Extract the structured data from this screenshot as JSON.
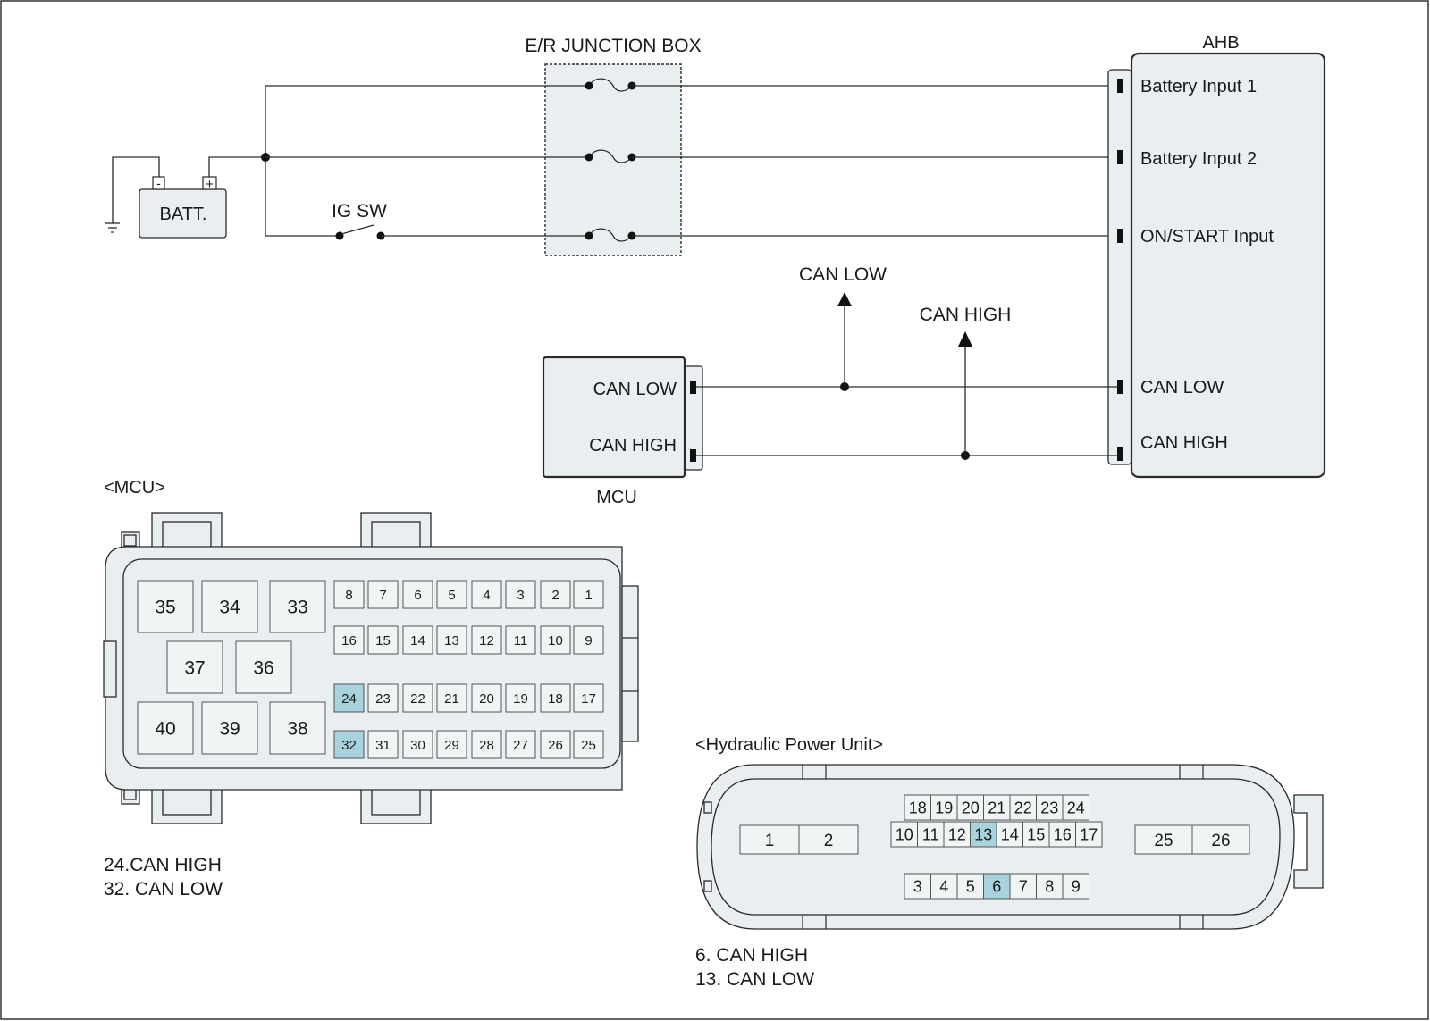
{
  "junction_box": {
    "title": "E/R JUNCTION BOX"
  },
  "battery": {
    "label": "BATT.",
    "neg": "-",
    "pos": "+"
  },
  "ig_switch": {
    "label": "IG SW"
  },
  "ahb": {
    "title": "AHB",
    "pins": [
      "Battery Input 1",
      "Battery Input 2",
      "ON/START Input",
      "CAN LOW",
      "CAN HIGH"
    ]
  },
  "mcu": {
    "title": "MCU",
    "pins": [
      "CAN LOW",
      "CAN HIGH"
    ]
  },
  "arrows": {
    "can_low": "CAN LOW",
    "can_high": "CAN HIGH"
  },
  "mcu_connector": {
    "title": "<MCU>",
    "large_pins": [
      "35",
      "34",
      "33",
      "37",
      "36",
      "40",
      "39",
      "38"
    ],
    "small_rows": [
      [
        "8",
        "7",
        "6",
        "5",
        "4",
        "3",
        "2",
        "1"
      ],
      [
        "16",
        "15",
        "14",
        "13",
        "12",
        "11",
        "10",
        "9"
      ],
      [
        "24",
        "23",
        "22",
        "21",
        "20",
        "19",
        "18",
        "17"
      ],
      [
        "32",
        "31",
        "30",
        "29",
        "28",
        "27",
        "26",
        "25"
      ]
    ],
    "highlighted": [
      "24",
      "32"
    ],
    "notes": [
      "24.CAN HIGH",
      "32. CAN LOW"
    ]
  },
  "hpu_connector": {
    "title": "<Hydraulic Power Unit>",
    "left_pins": [
      "1",
      "2"
    ],
    "top_row": [
      "18",
      "19",
      "20",
      "21",
      "22",
      "23",
      "24"
    ],
    "middle_row": [
      "10",
      "11",
      "12",
      "13",
      "14",
      "15",
      "16",
      "17"
    ],
    "bottom_row": [
      "3",
      "4",
      "5",
      "6",
      "7",
      "8",
      "9"
    ],
    "right_pins": [
      "25",
      "26"
    ],
    "highlighted": [
      "13",
      "6"
    ],
    "notes": [
      "6. CAN HIGH",
      "13. CAN LOW"
    ]
  },
  "colors": {
    "highlight": "#a9d3dc",
    "fill": "#e9eef0"
  }
}
